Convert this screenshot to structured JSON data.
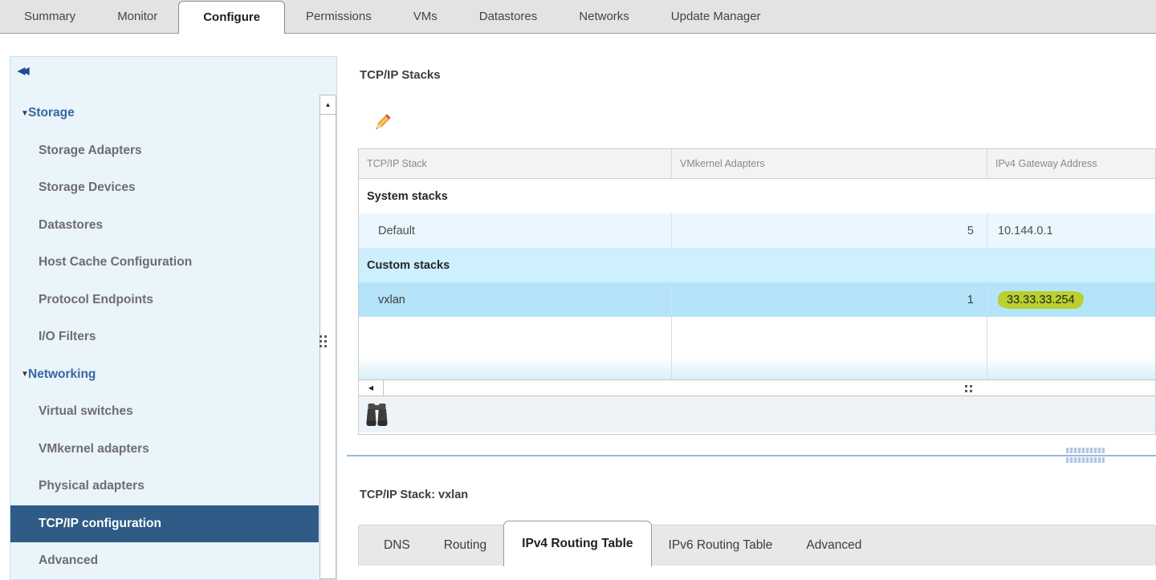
{
  "top_tabs": {
    "items": [
      {
        "label": "Summary"
      },
      {
        "label": "Monitor"
      },
      {
        "label": "Configure"
      },
      {
        "label": "Permissions"
      },
      {
        "label": "VMs"
      },
      {
        "label": "Datastores"
      },
      {
        "label": "Networks"
      },
      {
        "label": "Update Manager"
      }
    ],
    "active": "Configure"
  },
  "sidebar": {
    "sections": [
      {
        "label": "Storage",
        "items": [
          "Storage Adapters",
          "Storage Devices",
          "Datastores",
          "Host Cache Configuration",
          "Protocol Endpoints",
          "I/O Filters"
        ]
      },
      {
        "label": "Networking",
        "items": [
          "Virtual switches",
          "VMkernel adapters",
          "Physical adapters",
          "TCP/IP configuration",
          "Advanced"
        ]
      }
    ],
    "selected_item": "TCP/IP configuration"
  },
  "main": {
    "title": "TCP/IP Stacks",
    "table": {
      "columns": [
        "TCP/IP Stack",
        "VMkernel Adapters",
        "IPv4 Gateway Address"
      ],
      "groups": [
        {
          "label": "System stacks",
          "rows": [
            {
              "stack": "Default",
              "vmkernel_adapters": "5",
              "ipv4_gateway": "10.144.0.1",
              "selected": false,
              "gateway_highlighted": false
            }
          ]
        },
        {
          "label": "Custom stacks",
          "rows": [
            {
              "stack": "vxlan",
              "vmkernel_adapters": "1",
              "ipv4_gateway": "33.33.33.254",
              "selected": true,
              "gateway_highlighted": true
            }
          ]
        }
      ]
    }
  },
  "detail": {
    "title": "TCP/IP Stack: vxlan",
    "tabs": [
      {
        "label": "DNS"
      },
      {
        "label": "Routing"
      },
      {
        "label": "IPv4 Routing Table"
      },
      {
        "label": "IPv6 Routing Table"
      },
      {
        "label": "Advanced"
      }
    ],
    "active_tab": "IPv4 Routing Table"
  },
  "icons": {
    "collapse": "◀◀",
    "section_expanded": "▼",
    "scroll_up": "▲",
    "scroll_left": "◀",
    "edit": "pencil-icon",
    "find": "binoculars-icon"
  },
  "colors": {
    "selected_nav_bg": "#2e5c86",
    "selected_row_bg": "#b5e4fa",
    "custom_stacks_row_bg": "#cdeffe",
    "system_row_bg": "#eaf7fe",
    "highlight_marker": "#b9d02f",
    "sidebar_bg": "#eaf4fb",
    "splitter_line": "#9db4d6"
  }
}
